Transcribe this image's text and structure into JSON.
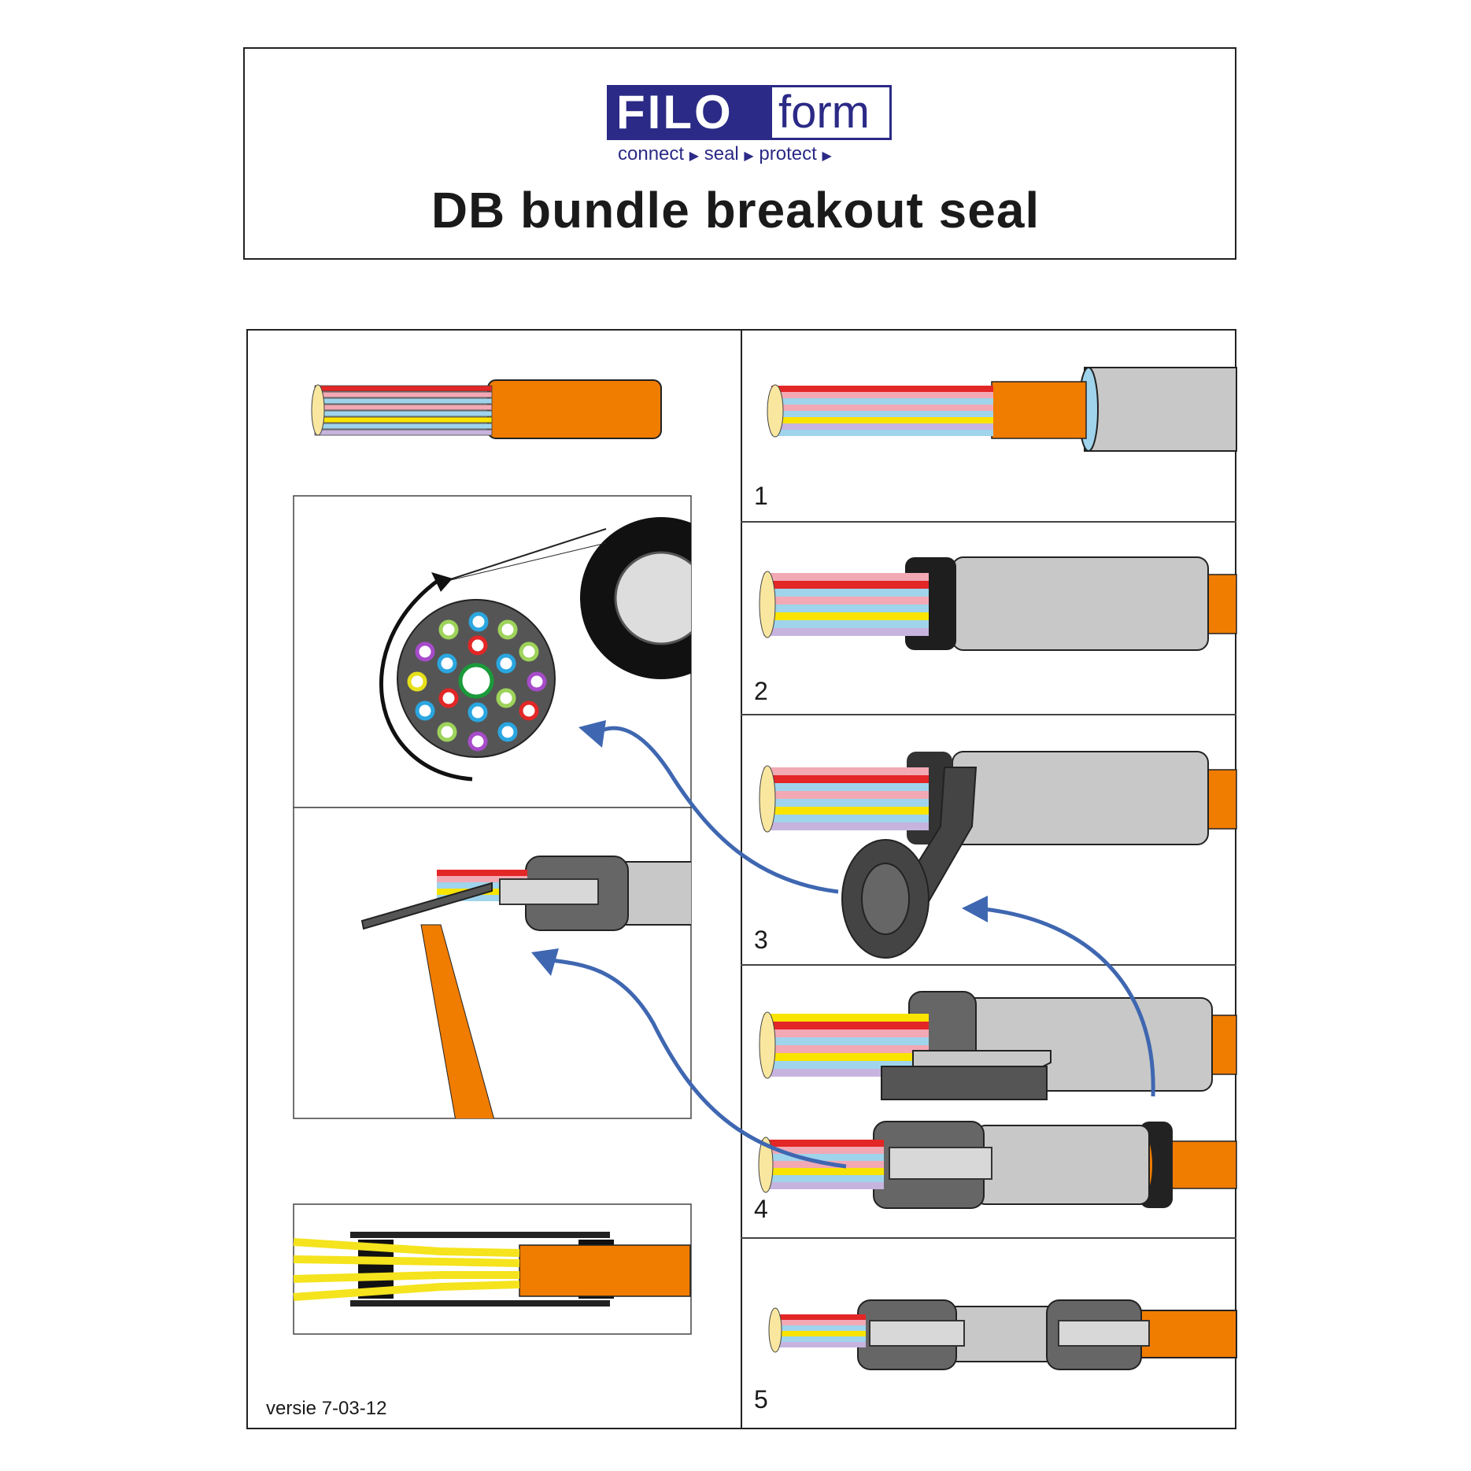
{
  "header": {
    "logo": {
      "brand_bold": "FILO",
      "brand_light": "form",
      "tagline_1": "connect",
      "tagline_2": "seal",
      "tagline_3": "protect"
    },
    "title": "DB bundle breakout seal"
  },
  "steps": [
    {
      "label": "1"
    },
    {
      "label": "2"
    },
    {
      "label": "3"
    },
    {
      "label": "4"
    },
    {
      "label": "5"
    }
  ],
  "footer": {
    "version": "versie 7-03-12"
  },
  "colors": {
    "brand_blue": "#2b2a86",
    "cable_orange": "#f07c00",
    "sleeve_grey": "#c8c8c8",
    "tape_dark": "#444444",
    "arrow_blue": "#3f67b1",
    "wire_red": "#e32626",
    "wire_pink": "#f2a9b4",
    "wire_lightblue": "#9fd4ec",
    "wire_yellow": "#f9e400",
    "wire_lavender": "#c6b4de"
  }
}
